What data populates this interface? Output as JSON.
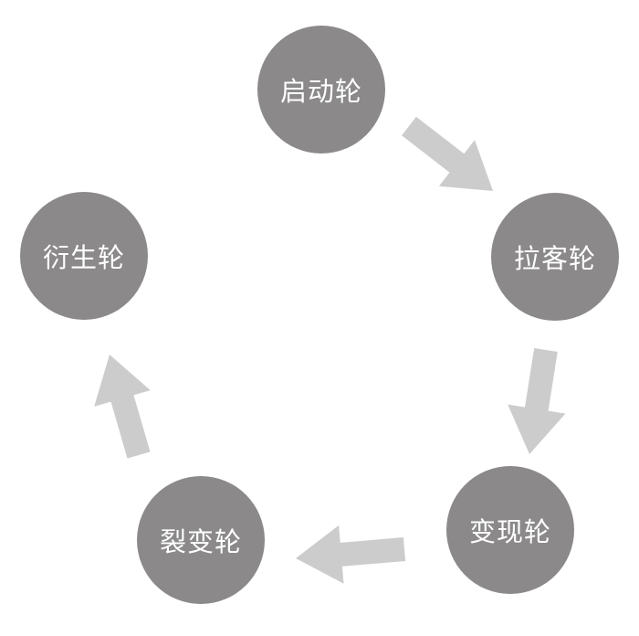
{
  "colors": {
    "node_fill": "#8b898a",
    "node_text": "#ffffff",
    "arrow_fill": "#cccccc",
    "background": "#ffffff"
  },
  "nodes": [
    {
      "id": "start",
      "label": "启动轮"
    },
    {
      "id": "acquire",
      "label": "拉客轮"
    },
    {
      "id": "monetize",
      "label": "变现轮"
    },
    {
      "id": "fission",
      "label": "裂变轮"
    },
    {
      "id": "derive",
      "label": "衍生轮"
    }
  ],
  "cycle": [
    {
      "from": "start",
      "to": "acquire"
    },
    {
      "from": "acquire",
      "to": "monetize"
    },
    {
      "from": "monetize",
      "to": "fission"
    },
    {
      "from": "fission",
      "to": "derive"
    }
  ]
}
